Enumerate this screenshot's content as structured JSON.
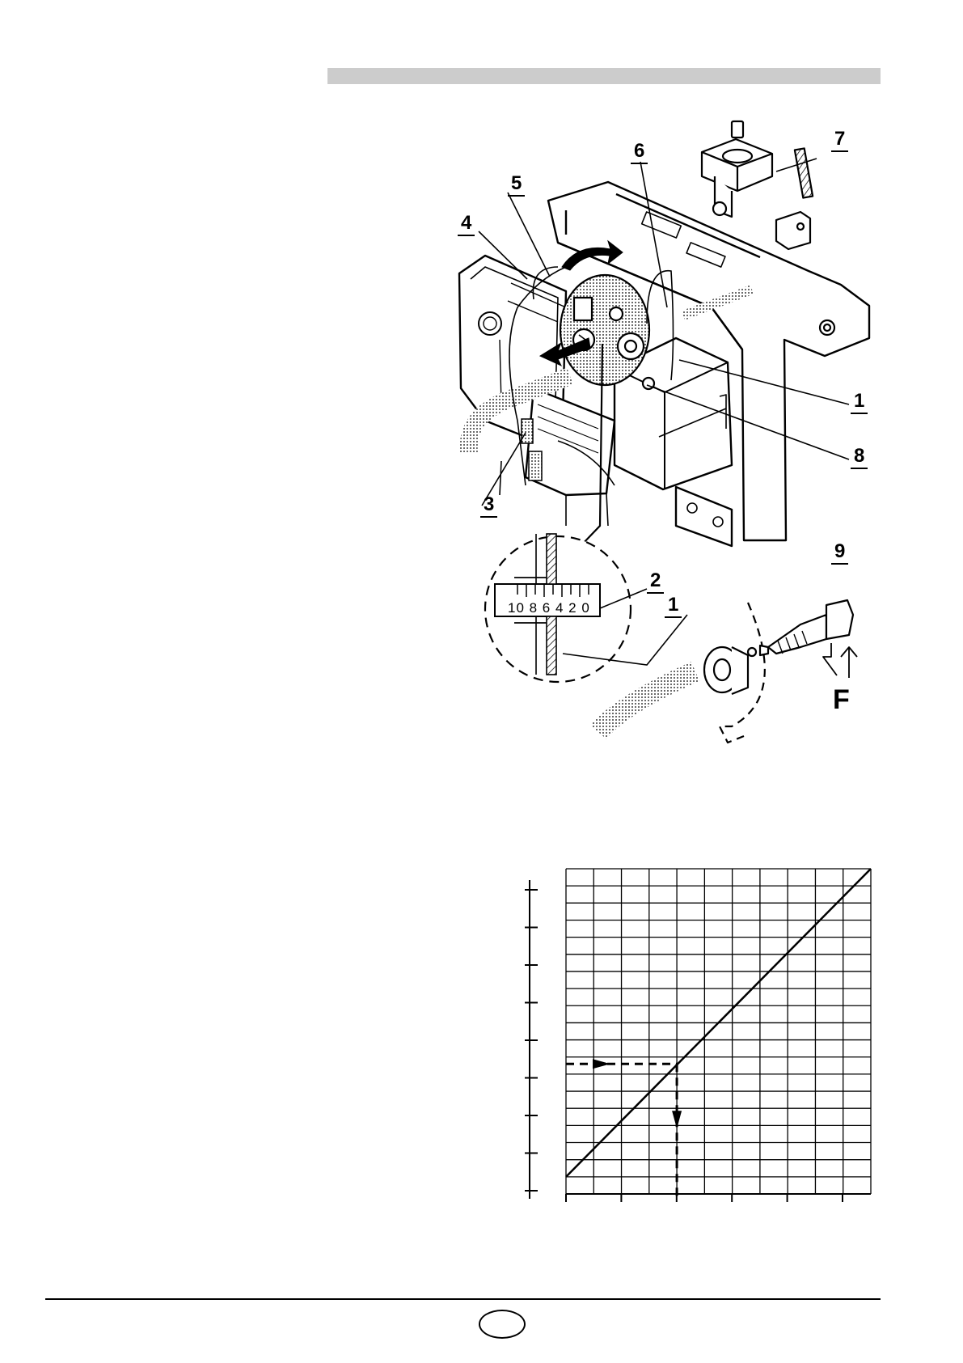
{
  "illustration": {
    "callouts": [
      {
        "id": "1",
        "label": "1"
      },
      {
        "id": "1b",
        "label": "1"
      },
      {
        "id": "2",
        "label": "2"
      },
      {
        "id": "3",
        "label": "3"
      },
      {
        "id": "4",
        "label": "4"
      },
      {
        "id": "5",
        "label": "5"
      },
      {
        "id": "6",
        "label": "6"
      },
      {
        "id": "7",
        "label": "7"
      },
      {
        "id": "8",
        "label": "8"
      },
      {
        "id": "9",
        "label": "9"
      }
    ],
    "force_label": "F",
    "scale_readout": "10 8 6 4 2 0"
  },
  "chart_data": {
    "type": "line",
    "x_grid_divisions": 11,
    "y_grid_divisions": 19,
    "x_tick_count": 6,
    "y_tick_count": 9,
    "series": [
      {
        "points": [
          [
            0,
            1
          ],
          [
            11,
            19
          ]
        ]
      }
    ],
    "example_reading": {
      "x": 4,
      "y": 7.6
    },
    "grid": true,
    "line_color": "#000000"
  },
  "footer": {}
}
